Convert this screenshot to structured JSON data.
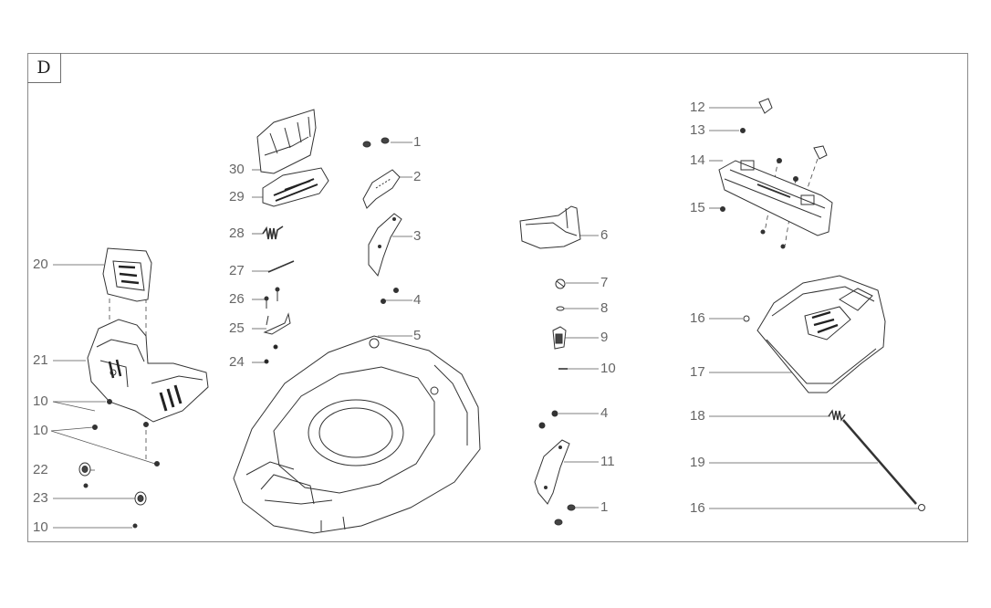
{
  "section": "D",
  "callouts": [
    {
      "id": "c-1a",
      "text": "1"
    },
    {
      "id": "c-2",
      "text": "2"
    },
    {
      "id": "c-3",
      "text": "3"
    },
    {
      "id": "c-4a",
      "text": "4"
    },
    {
      "id": "c-5",
      "text": "5"
    },
    {
      "id": "c-6",
      "text": "6"
    },
    {
      "id": "c-7",
      "text": "7"
    },
    {
      "id": "c-8",
      "text": "8"
    },
    {
      "id": "c-9",
      "text": "9"
    },
    {
      "id": "c-10a",
      "text": "10"
    },
    {
      "id": "c-4b",
      "text": "4"
    },
    {
      "id": "c-11",
      "text": "11"
    },
    {
      "id": "c-1b",
      "text": "1"
    },
    {
      "id": "c-12",
      "text": "12"
    },
    {
      "id": "c-13",
      "text": "13"
    },
    {
      "id": "c-14",
      "text": "14"
    },
    {
      "id": "c-15",
      "text": "15"
    },
    {
      "id": "c-16a",
      "text": "16"
    },
    {
      "id": "c-17",
      "text": "17"
    },
    {
      "id": "c-18",
      "text": "18"
    },
    {
      "id": "c-19",
      "text": "19"
    },
    {
      "id": "c-16b",
      "text": "16"
    },
    {
      "id": "c-20",
      "text": "20"
    },
    {
      "id": "c-21",
      "text": "21"
    },
    {
      "id": "c-10b",
      "text": "10"
    },
    {
      "id": "c-10c",
      "text": "10"
    },
    {
      "id": "c-22",
      "text": "22"
    },
    {
      "id": "c-23",
      "text": "23"
    },
    {
      "id": "c-10d",
      "text": "10"
    },
    {
      "id": "c-30",
      "text": "30"
    },
    {
      "id": "c-29",
      "text": "29"
    },
    {
      "id": "c-28",
      "text": "28"
    },
    {
      "id": "c-27",
      "text": "27"
    },
    {
      "id": "c-26",
      "text": "26"
    },
    {
      "id": "c-25",
      "text": "25"
    },
    {
      "id": "c-24",
      "text": "24"
    }
  ]
}
